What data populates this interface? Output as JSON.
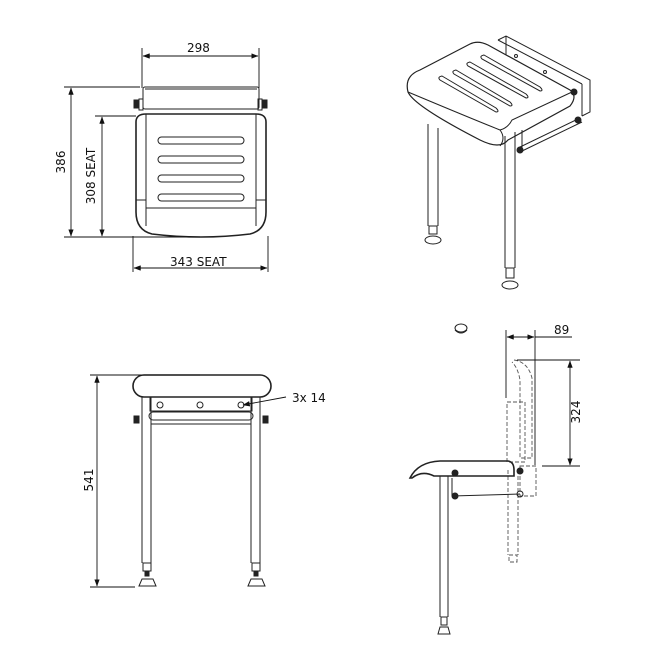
{
  "drawing": {
    "views": {
      "top": {
        "dims": {
          "bracket_width": "298",
          "overall_depth": "386",
          "seat_depth": "308 SEAT",
          "seat_width": "343 SEAT"
        }
      },
      "isometric": {},
      "front": {
        "dims": {
          "height": "541",
          "holes": "3x 14"
        }
      },
      "side": {
        "dims": {
          "wall_offset": "89",
          "folded_height": "324"
        }
      }
    }
  }
}
